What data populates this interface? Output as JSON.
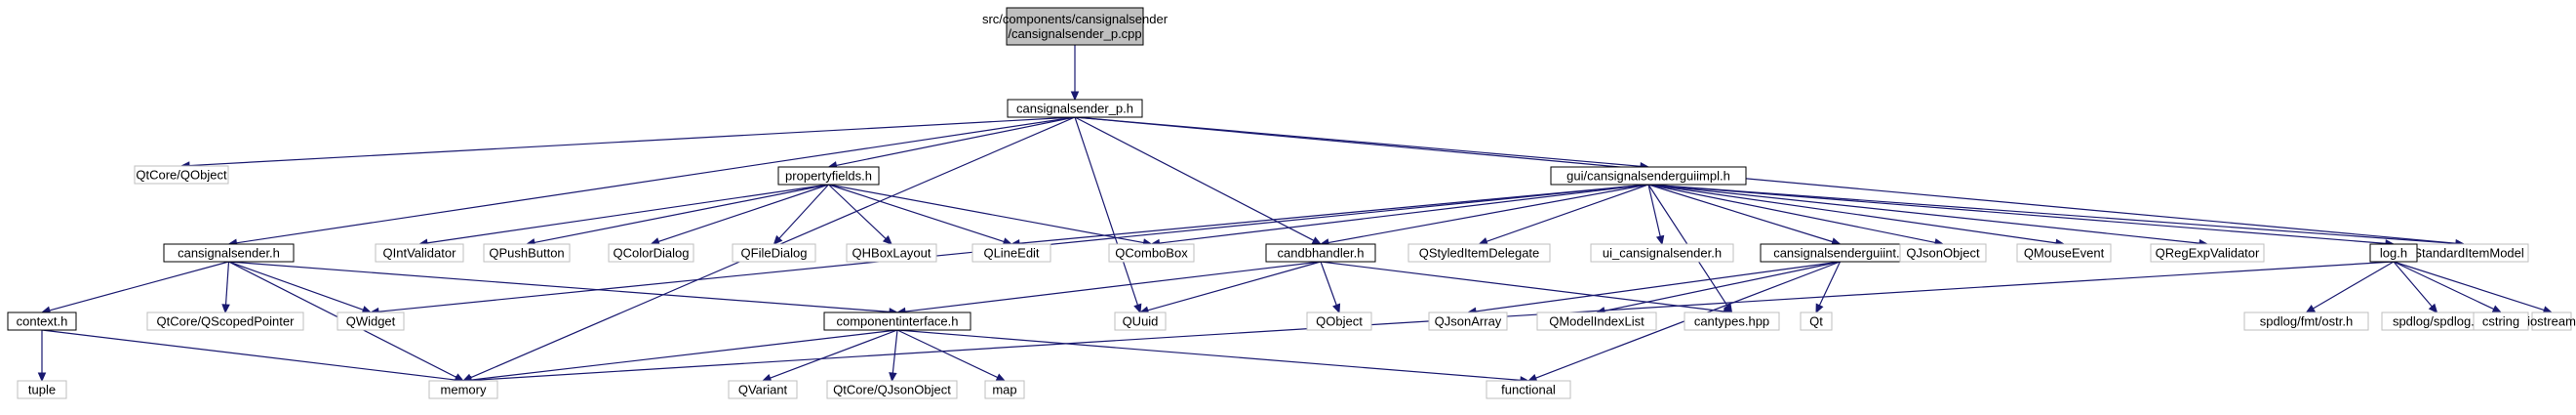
{
  "graph": {
    "nodes": [
      {
        "id": "root",
        "label_lines": [
          "src/components/cansignalsender",
          "/cansignalsender_p.cpp"
        ],
        "kind": "root"
      },
      {
        "id": "p_h",
        "label_lines": [
          "cansignalsender_p.h"
        ],
        "kind": "project"
      },
      {
        "id": "qtcore_qobject",
        "label_lines": [
          "QtCore/QObject"
        ],
        "kind": "external"
      },
      {
        "id": "propertyfields_h",
        "label_lines": [
          "propertyfields.h"
        ],
        "kind": "project"
      },
      {
        "id": "guiimpl_h",
        "label_lines": [
          "gui/cansignalsenderguiimpl.h"
        ],
        "kind": "project"
      },
      {
        "id": "qstandarditemmodel",
        "label_lines": [
          "QStandardItemModel"
        ],
        "kind": "external"
      },
      {
        "id": "cansignalsender_h",
        "label_lines": [
          "cansignalsender.h"
        ],
        "kind": "project"
      },
      {
        "id": "qintvalidator",
        "label_lines": [
          "QIntValidator"
        ],
        "kind": "external"
      },
      {
        "id": "qpushbutton",
        "label_lines": [
          "QPushButton"
        ],
        "kind": "external"
      },
      {
        "id": "qcolordialog",
        "label_lines": [
          "QColorDialog"
        ],
        "kind": "external"
      },
      {
        "id": "qfiledialog",
        "label_lines": [
          "QFileDialog"
        ],
        "kind": "external"
      },
      {
        "id": "qhboxlayout",
        "label_lines": [
          "QHBoxLayout"
        ],
        "kind": "external"
      },
      {
        "id": "qlineedit",
        "label_lines": [
          "QLineEdit"
        ],
        "kind": "external"
      },
      {
        "id": "qcombobox",
        "label_lines": [
          "QComboBox"
        ],
        "kind": "external"
      },
      {
        "id": "candbhandler_h",
        "label_lines": [
          "candbhandler.h"
        ],
        "kind": "project"
      },
      {
        "id": "qstyleditemdelegate",
        "label_lines": [
          "QStyledItemDelegate"
        ],
        "kind": "external"
      },
      {
        "id": "ui_cansignalsender_h",
        "label_lines": [
          "ui_cansignalsender.h"
        ],
        "kind": "external"
      },
      {
        "id": "guiint_h",
        "label_lines": [
          "cansignalsenderguiint.h"
        ],
        "kind": "project"
      },
      {
        "id": "qjsonobject",
        "label_lines": [
          "QJsonObject"
        ],
        "kind": "external"
      },
      {
        "id": "qmouseevent",
        "label_lines": [
          "QMouseEvent"
        ],
        "kind": "external"
      },
      {
        "id": "qregexpvalidator",
        "label_lines": [
          "QRegExpValidator"
        ],
        "kind": "external"
      },
      {
        "id": "log_h",
        "label_lines": [
          "log.h"
        ],
        "kind": "project"
      },
      {
        "id": "context_h",
        "label_lines": [
          "context.h"
        ],
        "kind": "project"
      },
      {
        "id": "qtcore_qscopedpointer",
        "label_lines": [
          "QtCore/QScopedPointer"
        ],
        "kind": "external"
      },
      {
        "id": "qwidget",
        "label_lines": [
          "QWidget"
        ],
        "kind": "external"
      },
      {
        "id": "componentinterface_h",
        "label_lines": [
          "componentinterface.h"
        ],
        "kind": "project"
      },
      {
        "id": "quuid",
        "label_lines": [
          "QUuid"
        ],
        "kind": "external"
      },
      {
        "id": "qobject",
        "label_lines": [
          "QObject"
        ],
        "kind": "external"
      },
      {
        "id": "qjsonarray",
        "label_lines": [
          "QJsonArray"
        ],
        "kind": "external"
      },
      {
        "id": "qmodelindexlist",
        "label_lines": [
          "QModelIndexList"
        ],
        "kind": "external"
      },
      {
        "id": "cantypes_hpp",
        "label_lines": [
          "cantypes.hpp"
        ],
        "kind": "external"
      },
      {
        "id": "qt",
        "label_lines": [
          "Qt"
        ],
        "kind": "external"
      },
      {
        "id": "spdlog_fmt_ostr_h",
        "label_lines": [
          "spdlog/fmt/ostr.h"
        ],
        "kind": "external"
      },
      {
        "id": "spdlog_spdlog_h",
        "label_lines": [
          "spdlog/spdlog.h"
        ],
        "kind": "external"
      },
      {
        "id": "cstring",
        "label_lines": [
          "cstring"
        ],
        "kind": "external"
      },
      {
        "id": "iostream",
        "label_lines": [
          "iostream"
        ],
        "kind": "external"
      },
      {
        "id": "tuple",
        "label_lines": [
          "tuple"
        ],
        "kind": "external"
      },
      {
        "id": "memory",
        "label_lines": [
          "memory"
        ],
        "kind": "external"
      },
      {
        "id": "qvariant",
        "label_lines": [
          "QVariant"
        ],
        "kind": "external"
      },
      {
        "id": "qtcore_qjsonobject",
        "label_lines": [
          "QtCore/QJsonObject"
        ],
        "kind": "external"
      },
      {
        "id": "map",
        "label_lines": [
          "map"
        ],
        "kind": "external"
      },
      {
        "id": "functional",
        "label_lines": [
          "functional"
        ],
        "kind": "external"
      }
    ],
    "edges": [
      [
        "root",
        "p_h"
      ],
      [
        "p_h",
        "qtcore_qobject"
      ],
      [
        "p_h",
        "propertyfields_h"
      ],
      [
        "p_h",
        "guiimpl_h"
      ],
      [
        "p_h",
        "qstandarditemmodel"
      ],
      [
        "p_h",
        "cansignalsender_h"
      ],
      [
        "p_h",
        "candbhandler_h"
      ],
      [
        "p_h",
        "quuid"
      ],
      [
        "p_h",
        "memory"
      ],
      [
        "propertyfields_h",
        "qintvalidator"
      ],
      [
        "propertyfields_h",
        "qpushbutton"
      ],
      [
        "propertyfields_h",
        "qcolordialog"
      ],
      [
        "propertyfields_h",
        "qfiledialog"
      ],
      [
        "propertyfields_h",
        "qhboxlayout"
      ],
      [
        "propertyfields_h",
        "qlineedit"
      ],
      [
        "propertyfields_h",
        "qcombobox"
      ],
      [
        "guiimpl_h",
        "qlineedit"
      ],
      [
        "guiimpl_h",
        "qcombobox"
      ],
      [
        "guiimpl_h",
        "candbhandler_h"
      ],
      [
        "guiimpl_h",
        "qstyleditemdelegate"
      ],
      [
        "guiimpl_h",
        "ui_cansignalsender_h"
      ],
      [
        "guiimpl_h",
        "guiint_h"
      ],
      [
        "guiimpl_h",
        "qjsonobject"
      ],
      [
        "guiimpl_h",
        "qmouseevent"
      ],
      [
        "guiimpl_h",
        "qregexpvalidator"
      ],
      [
        "guiimpl_h",
        "log_h"
      ],
      [
        "guiimpl_h",
        "qstandarditemmodel"
      ],
      [
        "guiimpl_h",
        "qwidget"
      ],
      [
        "guiimpl_h",
        "cantypes_hpp"
      ],
      [
        "cansignalsender_h",
        "context_h"
      ],
      [
        "cansignalsender_h",
        "qtcore_qscopedpointer"
      ],
      [
        "cansignalsender_h",
        "qwidget"
      ],
      [
        "cansignalsender_h",
        "componentinterface_h"
      ],
      [
        "cansignalsender_h",
        "memory"
      ],
      [
        "candbhandler_h",
        "componentinterface_h"
      ],
      [
        "candbhandler_h",
        "quuid"
      ],
      [
        "candbhandler_h",
        "qobject"
      ],
      [
        "candbhandler_h",
        "cantypes_hpp"
      ],
      [
        "guiint_h",
        "qjsonarray"
      ],
      [
        "guiint_h",
        "qmodelindexlist"
      ],
      [
        "guiint_h",
        "qt"
      ],
      [
        "guiint_h",
        "functional"
      ],
      [
        "log_h",
        "spdlog_fmt_ostr_h"
      ],
      [
        "log_h",
        "spdlog_spdlog_h"
      ],
      [
        "log_h",
        "cstring"
      ],
      [
        "log_h",
        "iostream"
      ],
      [
        "log_h",
        "memory"
      ],
      [
        "context_h",
        "tuple"
      ],
      [
        "context_h",
        "memory"
      ],
      [
        "componentinterface_h",
        "memory"
      ],
      [
        "componentinterface_h",
        "qvariant"
      ],
      [
        "componentinterface_h",
        "qtcore_qjsonobject"
      ],
      [
        "componentinterface_h",
        "map"
      ],
      [
        "componentinterface_h",
        "functional"
      ]
    ]
  },
  "colors": {
    "root_fill": "#bfbfbf",
    "root_border": "#000000",
    "project_fill": "#ffffff",
    "project_border": "#000000",
    "external_fill": "#ffffff",
    "external_border": "#bfbfbf",
    "edge": "#191970",
    "text": "#000000"
  }
}
